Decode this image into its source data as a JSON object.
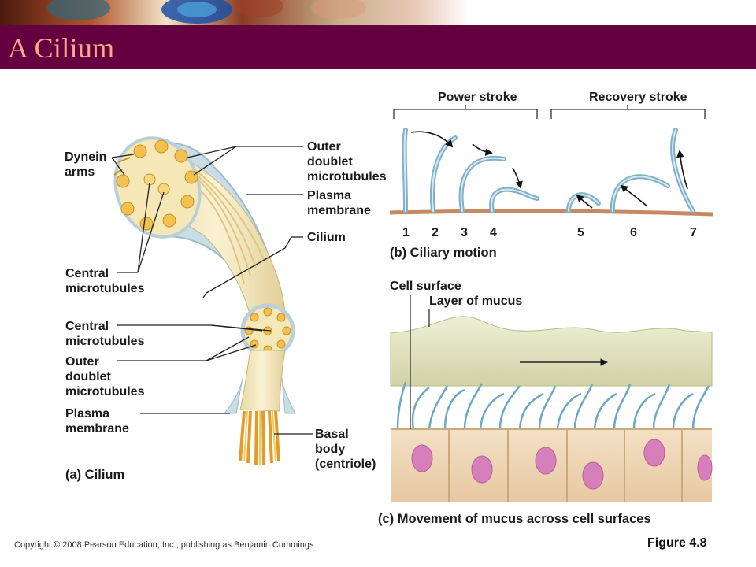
{
  "slide": {
    "title": "A Cilium"
  },
  "labels_a": {
    "dynein_arms": "Dynein\narms",
    "outer_doublet_top": "Outer\ndoublet\nmicrotubules",
    "plasma_membrane_top": "Plasma\nmembrane",
    "cilium": "Cilium",
    "central_mt_1": "Central\nmicrotubules",
    "central_mt_2": "Central\nmicrotubules",
    "outer_doublet_bottom": "Outer\ndoublet\nmicrotubules",
    "plasma_membrane_bottom": "Plasma\nmembrane",
    "basal_body": "Basal\nbody\n(centriole)",
    "caption": "(a) Cilium"
  },
  "labels_b": {
    "power_stroke": "Power stroke",
    "recovery_stroke": "Recovery stroke",
    "numbers": [
      "1",
      "2",
      "3",
      "4",
      "5",
      "6",
      "7"
    ],
    "caption": "(b) Ciliary motion"
  },
  "labels_c": {
    "cell_surface": "Cell surface",
    "layer_of_mucus": "Layer of mucus",
    "caption": "(c) Movement of mucus across cell surfaces"
  },
  "footer": {
    "copyright": "Copyright © 2008 Pearson Education, Inc., publishing as Benjamin Cummings",
    "figure_number": "Figure 4.8"
  },
  "colors": {
    "title_bar": "#650040",
    "title_text": "#f6a98a",
    "cilium_cream": "#f3e6b8",
    "microtubule_yellow": "#f2c14e",
    "membrane_blue": "#bcd6e2",
    "mucus_green": "#dfe3c0",
    "cell_tan": "#efd6b6",
    "nucleus_pink": "#d77fba"
  }
}
